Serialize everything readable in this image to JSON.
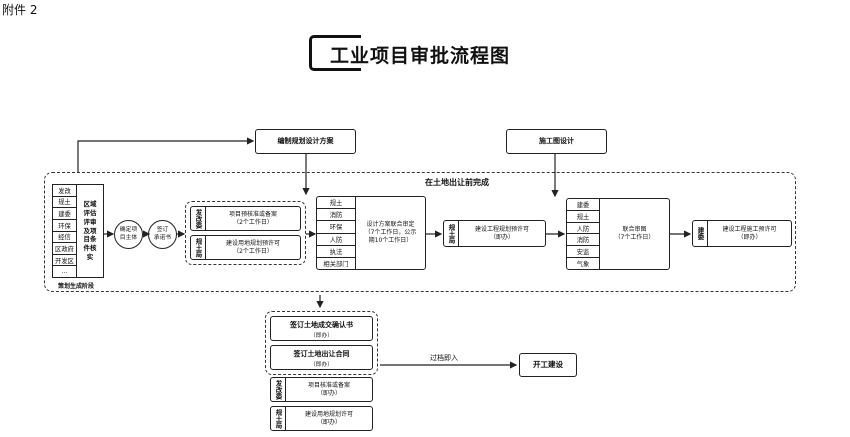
{
  "attachment_label": "附件 2",
  "title": "工业项目审批流程图",
  "region_label": "在土地出让前完成",
  "planning_stage": {
    "departments": [
      "发改",
      "规土",
      "建委",
      "环保",
      "经信",
      "区政府",
      "开发区",
      "…"
    ],
    "review_label": "区域\n评估\n评审\n及项\n目条\n件核\n实",
    "stage_label": "策划生成阶段"
  },
  "circle_confirm": "确定项\n目主体",
  "circle_sign": "签订\n承诺书",
  "group1": {
    "fgw_tag": "发改委",
    "fgw_text": "项目预核准或备案\n（2个工作日）",
    "gtj_tag": "规土局",
    "gtj_text": "建设用地规划预许可\n（2个工作日）"
  },
  "top_box_plan": "编制规划设计方案",
  "top_box_construction": "施工图设计",
  "joint_review": {
    "depts": [
      "规土",
      "消防",
      "环保",
      "人防",
      "执法",
      "相关部门"
    ],
    "text": "设计方案联合审定\n（7个工作日，公示\n期10个工作日）"
  },
  "permit1": {
    "tag": "规土局",
    "text": "建设工程规划预许可\n（即办）"
  },
  "joint_drawing": {
    "depts": [
      "建委",
      "规土",
      "人防",
      "消防",
      "安监",
      "气象"
    ],
    "text": "联合审图\n（7个工作日）"
  },
  "permit2": {
    "tag": "建委",
    "text": "建设工程施工预许可\n（即办）"
  },
  "bottom": {
    "land_confirm": "签订土地成交确认书",
    "land_confirm_sub": "（即办）",
    "land_contract": "签订土地出让合同",
    "land_contract_sub": "（即办）",
    "fgw_tag": "发改委",
    "fgw_text": "项目核准或备案\n（即办）",
    "gtj_tag": "规土局",
    "gtj_text": "建设用地规划许可\n（即办）"
  },
  "transition_label": "过档即入",
  "start_construction": "开工建设"
}
